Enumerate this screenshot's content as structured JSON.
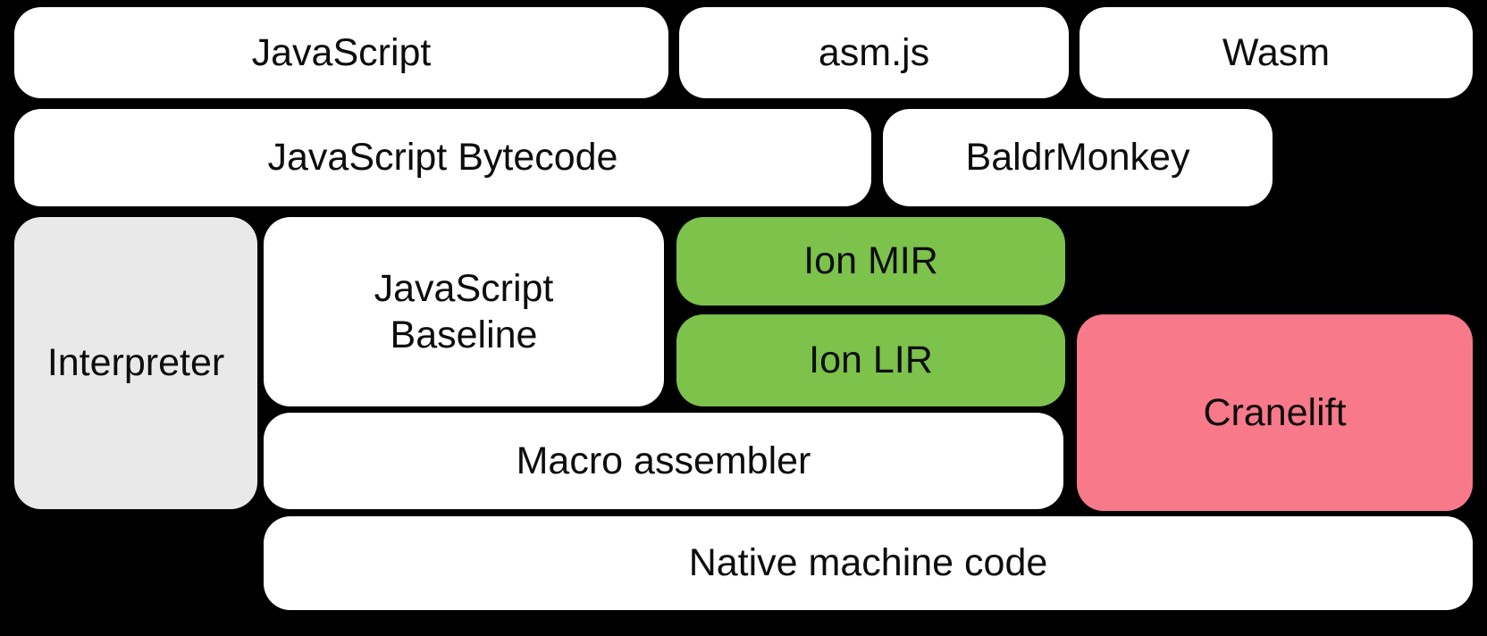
{
  "colors": {
    "background": "#000000",
    "white": "#ffffff",
    "gray": "#e9e9e9",
    "green": "#7cc24b",
    "pink": "#f8798a",
    "text": "#0d0d0d"
  },
  "blocks": {
    "javascript": {
      "label": "JavaScript",
      "fill": "white"
    },
    "asmjs": {
      "label": "asm.js",
      "fill": "white"
    },
    "wasm": {
      "label": "Wasm",
      "fill": "white"
    },
    "bytecode": {
      "label": "JavaScript Bytecode",
      "fill": "white"
    },
    "baldrmonkey": {
      "label": "BaldrMonkey",
      "fill": "white"
    },
    "interpreter": {
      "label": "Interpreter",
      "fill": "gray"
    },
    "baseline": {
      "label": "JavaScript\nBaseline",
      "fill": "white"
    },
    "ion_mir": {
      "label": "Ion MIR",
      "fill": "green"
    },
    "ion_lir": {
      "label": "Ion LIR",
      "fill": "green"
    },
    "cranelift": {
      "label": "Cranelift",
      "fill": "pink"
    },
    "macro_assembler": {
      "label": "Macro assembler",
      "fill": "white"
    },
    "native_code": {
      "label": "Native machine code",
      "fill": "white"
    }
  }
}
